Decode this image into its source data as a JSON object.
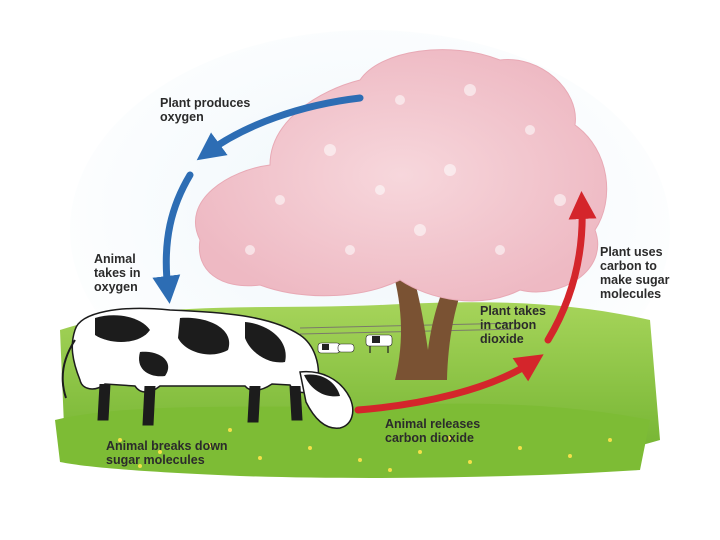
{
  "labels": {
    "plant_produces_oxygen": "Plant produces\noxygen",
    "animal_takes_in_oxygen": "Animal\ntakes in\noxygen",
    "plant_uses_carbon": "Plant uses\ncarbon to\nmake sugar\nmolecules",
    "plant_takes_in_co2": "Plant takes\nin carbon\ndioxide",
    "animal_releases_co2": "Animal releases\ncarbon dioxide",
    "animal_breaks_down_sugar": "Animal breaks down\nsugar molecules"
  },
  "colors": {
    "oxygen_arrow": "#2d6db4",
    "carbon_arrow": "#d4252b",
    "blossom": "#f2c7cf",
    "grass": "#86c23a",
    "sky": "#dfeef7"
  },
  "icons": [
    "tree",
    "cow",
    "distant-cows",
    "oxygen-arrow",
    "carbon-dioxide-arrow"
  ]
}
